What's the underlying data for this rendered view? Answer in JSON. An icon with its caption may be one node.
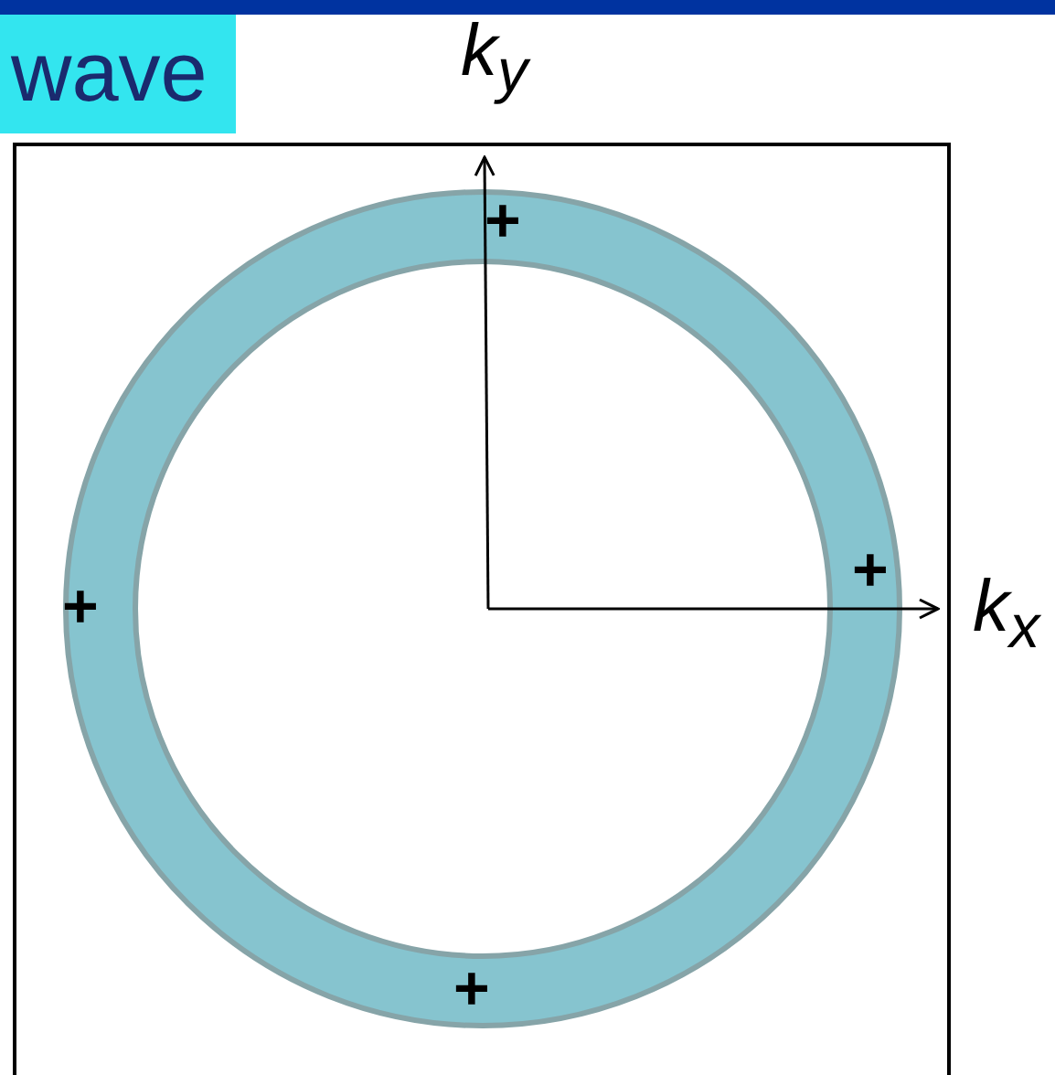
{
  "diagram": {
    "nodes": [
      {
        "text": [
          "wave"
        ]
      }
    ],
    "labels": [
      "k$_{y}$",
      "+",
      "+",
      "+",
      "k$_{x}$",
      "+"
    ]
  }
}
